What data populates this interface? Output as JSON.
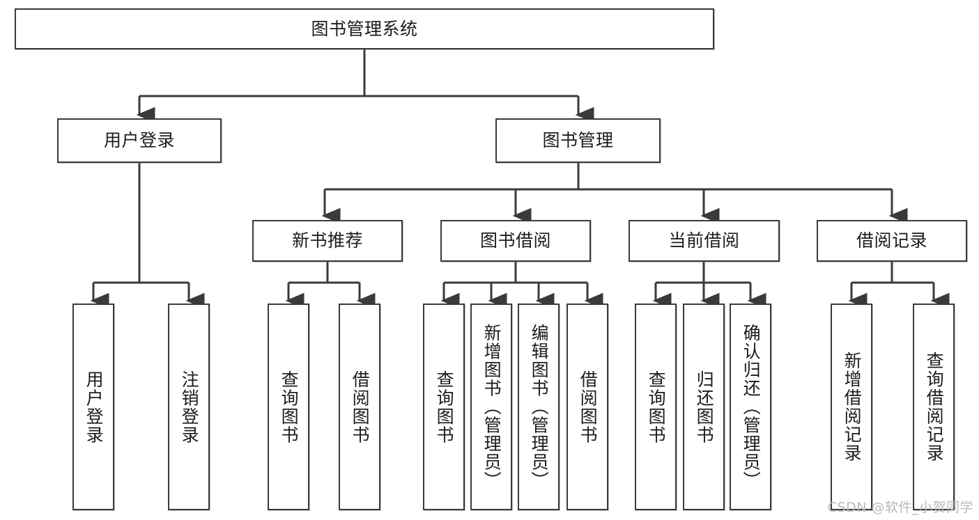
{
  "diagram": {
    "type": "tree-hierarchy-chart",
    "title": "图书管理系统",
    "line_color": "#3a3a3a",
    "box_fill": "#ffffff",
    "text_color": "#1c1c1c",
    "watermark": "CSDN @软件_小贺同学",
    "root": {
      "label": "图书管理系统"
    },
    "level2": [
      {
        "id": "user-login",
        "label": "用户登录"
      },
      {
        "id": "book-manage",
        "label": "图书管理"
      }
    ],
    "level3": [
      {
        "id": "new-book-recommend",
        "label": "新书推荐"
      },
      {
        "id": "book-borrow",
        "label": "图书借阅"
      },
      {
        "id": "current-borrow",
        "label": "当前借阅"
      },
      {
        "id": "borrow-record",
        "label": "借阅记录"
      }
    ],
    "leaves": {
      "user_login": [
        {
          "id": "leaf-user-login",
          "label": "用户登录"
        },
        {
          "id": "leaf-user-logout",
          "label": "注销登录"
        }
      ],
      "new_book_recommend": [
        {
          "id": "leaf-query-book-1",
          "label": "查询图书"
        },
        {
          "id": "leaf-borrow-book-1",
          "label": "借阅图书"
        }
      ],
      "book_borrow": [
        {
          "id": "leaf-query-book-2",
          "label": "查询图书"
        },
        {
          "id": "leaf-add-book",
          "label": "新增图书（管理员）"
        },
        {
          "id": "leaf-edit-book",
          "label": "编辑图书（管理员）"
        },
        {
          "id": "leaf-borrow-book-2",
          "label": "借阅图书"
        }
      ],
      "current_borrow": [
        {
          "id": "leaf-query-book-3",
          "label": "查询图书"
        },
        {
          "id": "leaf-return-book",
          "label": "归还图书"
        },
        {
          "id": "leaf-confirm-return",
          "label": "确认归还（管理员）"
        }
      ],
      "borrow_record": [
        {
          "id": "leaf-add-record",
          "label": "新增借阅记录"
        },
        {
          "id": "leaf-query-record",
          "label": "查询借阅记录"
        }
      ]
    }
  }
}
